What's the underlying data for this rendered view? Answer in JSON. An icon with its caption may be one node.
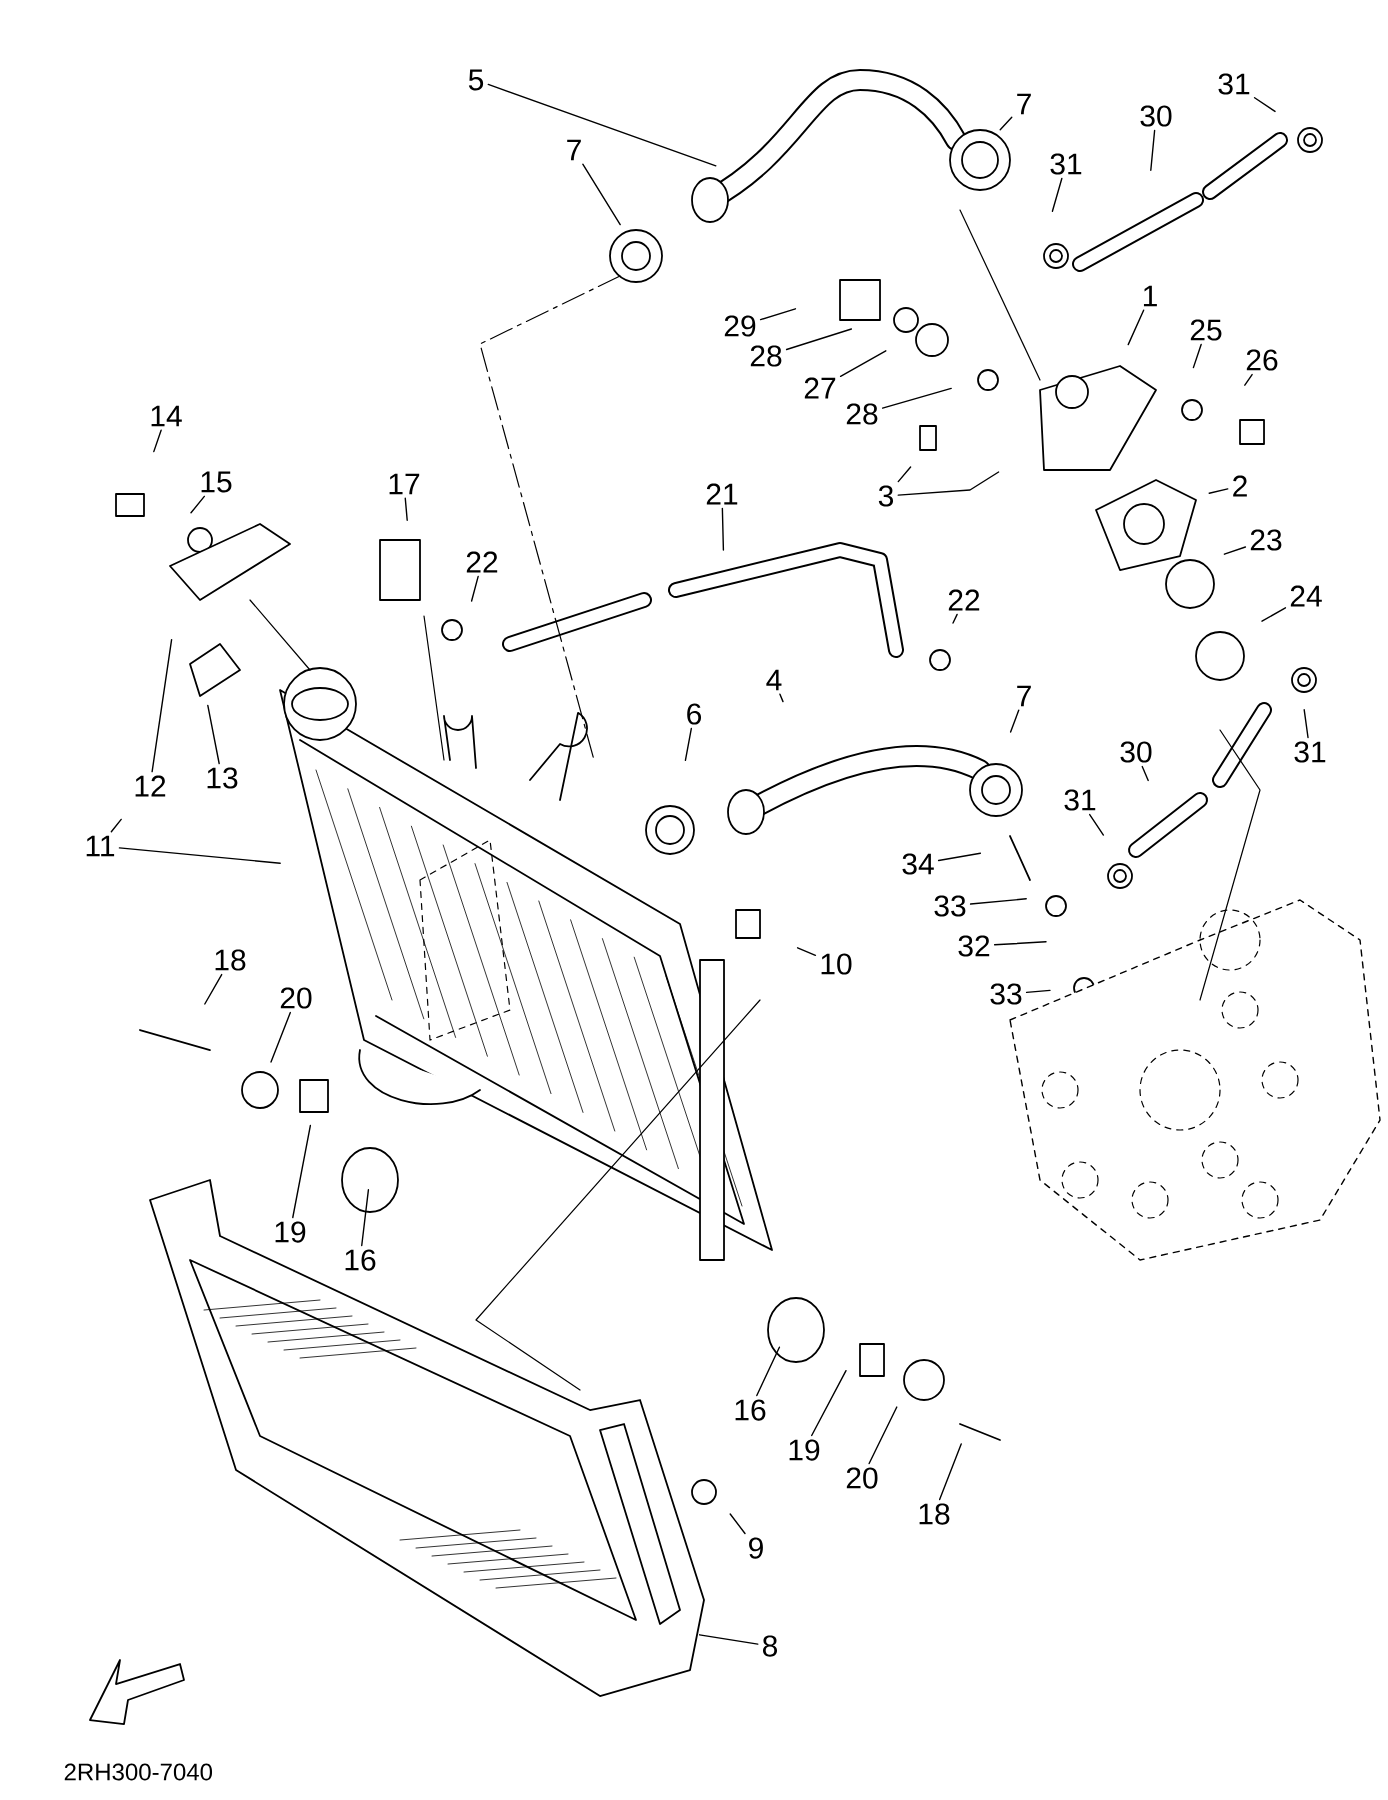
{
  "diagram": {
    "nodes": [
      {
        "text": [
          "31"
        ]
      },
      {
        "text": [
          "5"
        ]
      },
      {
        "text": [
          "7"
        ]
      },
      {
        "text": [
          "30"
        ]
      },
      {
        "text": [
          "7"
        ]
      },
      {
        "text": [
          "31"
        ]
      },
      {
        "text": [
          "1"
        ]
      },
      {
        "text": [
          "29"
        ]
      },
      {
        "text": [
          "25"
        ]
      },
      {
        "text": [
          "28"
        ]
      },
      {
        "text": [
          "26"
        ]
      },
      {
        "text": [
          "27"
        ]
      },
      {
        "text": [
          "28"
        ]
      },
      {
        "text": [
          "14"
        ]
      },
      {
        "text": [
          "15"
        ]
      },
      {
        "text": [
          "17"
        ]
      },
      {
        "text": [
          "21"
        ]
      },
      {
        "text": [
          "3"
        ]
      },
      {
        "text": [
          "2"
        ]
      },
      {
        "text": [
          "23"
        ]
      },
      {
        "text": [
          "22"
        ]
      },
      {
        "text": [
          "22"
        ]
      },
      {
        "text": [
          "24"
        ]
      },
      {
        "text": [
          "4"
        ]
      },
      {
        "text": [
          "6"
        ]
      },
      {
        "text": [
          "7"
        ]
      },
      {
        "text": [
          "30"
        ]
      },
      {
        "text": [
          "31"
        ]
      },
      {
        "text": [
          "12"
        ]
      },
      {
        "text": [
          "13"
        ]
      },
      {
        "text": [
          "31"
        ]
      },
      {
        "text": [
          "34"
        ]
      },
      {
        "text": [
          "11"
        ]
      },
      {
        "text": [
          "33"
        ]
      },
      {
        "text": [
          "32"
        ]
      },
      {
        "text": [
          "18"
        ]
      },
      {
        "text": [
          "10"
        ]
      },
      {
        "text": [
          "20"
        ]
      },
      {
        "text": [
          "33"
        ]
      },
      {
        "text": [
          "19"
        ]
      },
      {
        "text": [
          "16"
        ]
      },
      {
        "text": [
          "16"
        ]
      },
      {
        "text": [
          "19"
        ]
      },
      {
        "text": [
          "20"
        ]
      },
      {
        "text": [
          "18"
        ]
      },
      {
        "text": [
          "9"
        ]
      },
      {
        "text": [
          "8"
        ]
      }
    ],
    "edges": [
      {
        "from": 0,
        "to": null,
        "arrow": "none"
      },
      {
        "from": 1,
        "to": null,
        "arrow": "none"
      },
      {
        "from": 2,
        "to": null,
        "arrow": "none"
      },
      {
        "from": 3,
        "to": null,
        "arrow": "none"
      },
      {
        "from": 4,
        "to": null,
        "arrow": "none"
      },
      {
        "from": 5,
        "to": null,
        "arrow": "none"
      },
      {
        "from": 6,
        "to": null,
        "arrow": "none"
      },
      {
        "from": 7,
        "to": null,
        "arrow": "none"
      },
      {
        "from": 8,
        "to": null,
        "arrow": "none"
      },
      {
        "from": 9,
        "to": null,
        "arrow": "none"
      },
      {
        "from": 10,
        "to": null,
        "arrow": "none"
      },
      {
        "from": 11,
        "to": null,
        "arrow": "none"
      },
      {
        "from": 12,
        "to": null,
        "arrow": "none"
      },
      {
        "from": 13,
        "to": null,
        "arrow": "none"
      },
      {
        "from": 14,
        "to": null,
        "arrow": "none"
      },
      {
        "from": 15,
        "to": null,
        "arrow": "none"
      },
      {
        "from": 16,
        "to": null,
        "arrow": "none"
      },
      {
        "from": 17,
        "to": null,
        "arrow": "none"
      },
      {
        "from": 17,
        "to": null,
        "arrow": "none"
      },
      {
        "from": 18,
        "to": null,
        "arrow": "none"
      },
      {
        "from": 19,
        "to": null,
        "arrow": "none"
      },
      {
        "from": 20,
        "to": null,
        "arrow": "none"
      },
      {
        "from": 21,
        "to": null,
        "arrow": "none"
      },
      {
        "from": 22,
        "to": null,
        "arrow": "none"
      },
      {
        "from": 23,
        "to": null,
        "arrow": "none"
      },
      {
        "from": 24,
        "to": null,
        "arrow": "none"
      },
      {
        "from": 25,
        "to": null,
        "arrow": "none"
      },
      {
        "from": 26,
        "to": null,
        "arrow": "none"
      },
      {
        "from": 27,
        "to": null,
        "arrow": "none"
      },
      {
        "from": 28,
        "to": null,
        "arrow": "none"
      },
      {
        "from": 29,
        "to": null,
        "arrow": "none"
      },
      {
        "from": 30,
        "to": null,
        "arrow": "none"
      },
      {
        "from": 31,
        "to": null,
        "arrow": "none"
      },
      {
        "from": 32,
        "to": null,
        "arrow": "none"
      },
      {
        "from": 32,
        "to": null,
        "arrow": "none"
      },
      {
        "from": 33,
        "to": null,
        "arrow": "none"
      },
      {
        "from": 34,
        "to": null,
        "arrow": "none"
      },
      {
        "from": 35,
        "to": null,
        "arrow": "none"
      },
      {
        "from": 36,
        "to": null,
        "arrow": "none"
      },
      {
        "from": 37,
        "to": null,
        "arrow": "none"
      },
      {
        "from": 38,
        "to": null,
        "arrow": "none"
      },
      {
        "from": 39,
        "to": null,
        "arrow": "none"
      },
      {
        "from": 40,
        "to": null,
        "arrow": "none"
      },
      {
        "from": 41,
        "to": null,
        "arrow": "none"
      },
      {
        "from": 42,
        "to": null,
        "arrow": "none"
      },
      {
        "from": 43,
        "to": null,
        "arrow": "none"
      },
      {
        "from": 44,
        "to": null,
        "arrow": "none"
      },
      {
        "from": 45,
        "to": null,
        "arrow": "none"
      },
      {
        "from": 46,
        "to": null,
        "arrow": "none"
      }
    ],
    "labels": [
      "2RH300-7040"
    ]
  }
}
